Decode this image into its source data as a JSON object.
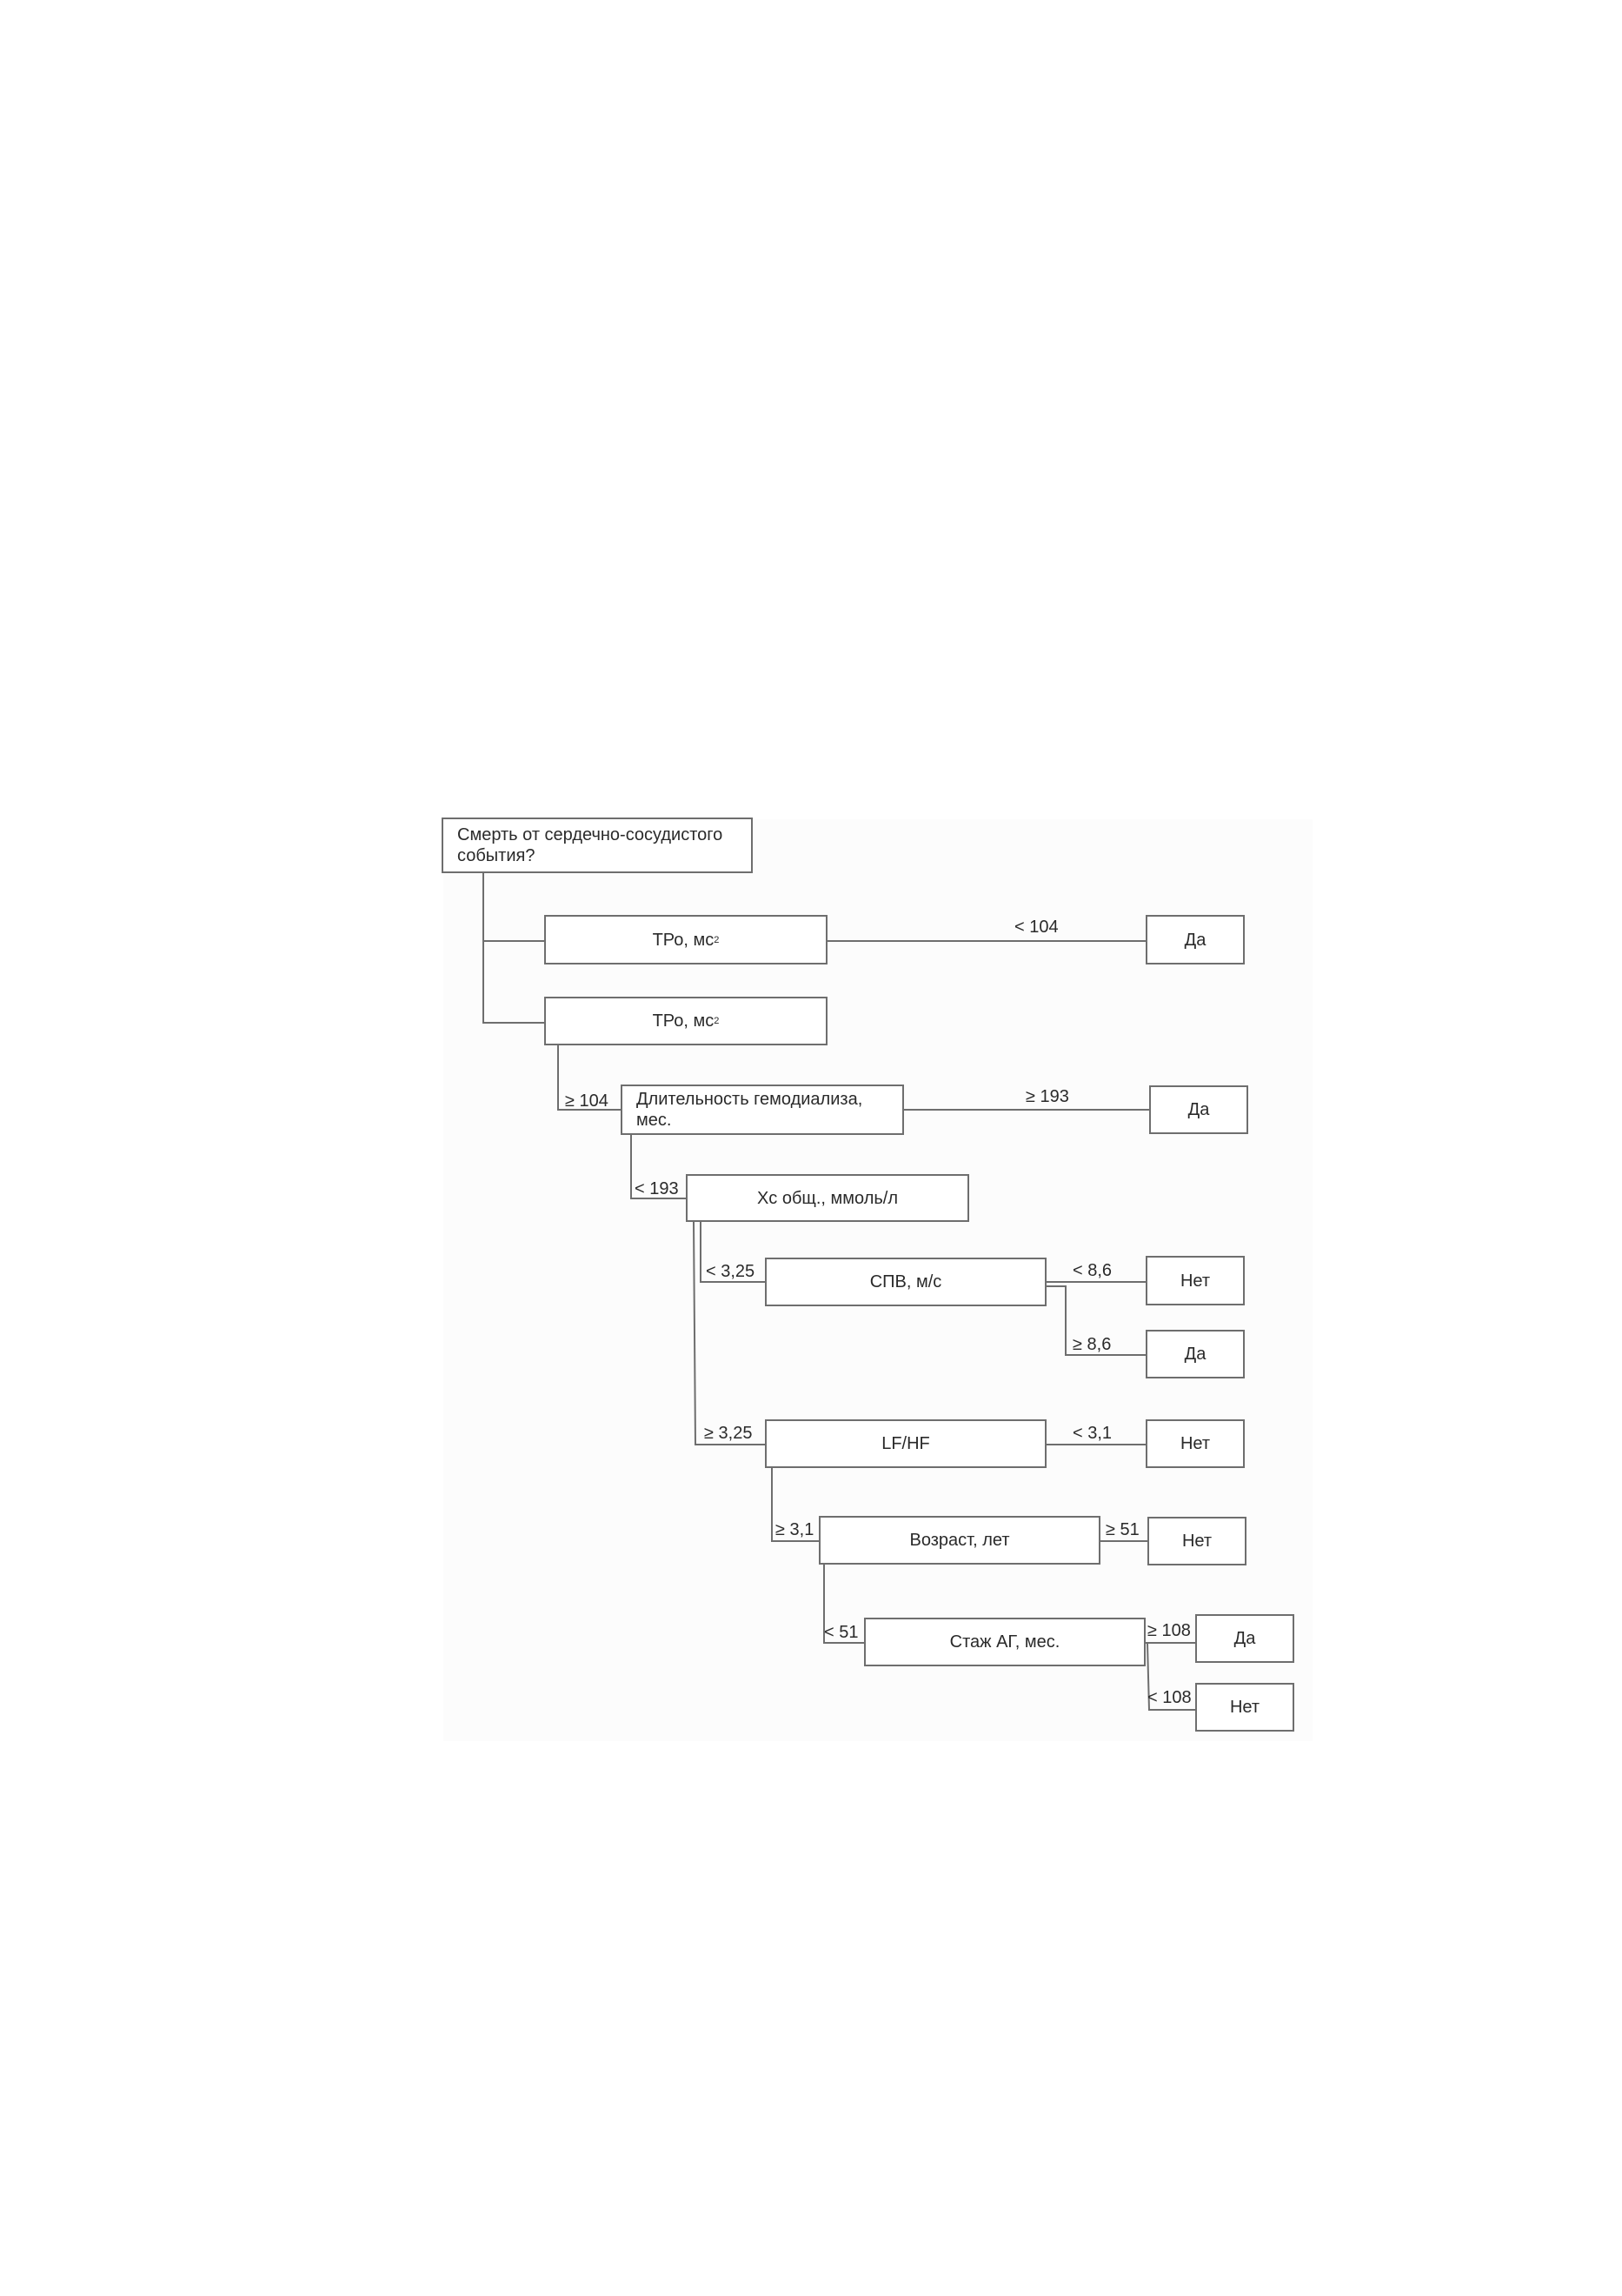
{
  "diagram": {
    "root": "Смерть от сердечно-сосудистого события?",
    "nodes": {
      "tro1": {
        "label": "ТРо, мс",
        "sup": "2"
      },
      "tro2": {
        "label": "ТРо, мс",
        "sup": "2"
      },
      "dialysis": "Длительность гемодиализа, мес.",
      "chol": "Хс общ., ммоль/л",
      "pwv": "СПВ, м/с",
      "lfhf": "LF/HF",
      "age": "Возраст, лет",
      "ht": "Стаж АГ, мес."
    },
    "outcomes": {
      "o1": "Да",
      "o2": "Да",
      "o3": "Нет",
      "o4": "Да",
      "o5": "Нет",
      "o6": "Нет",
      "o7": "Да",
      "o8": "Нет"
    },
    "edges": {
      "tro_lt104": "< 104",
      "tro_ge104": "≥ 104",
      "dial_ge193": "≥ 193",
      "dial_lt193": "< 193",
      "chol_lt325": "< 3,25",
      "chol_ge325": "≥ 3,25",
      "pwv_lt86": "< 8,6",
      "pwv_ge86": "≥ 8,6",
      "lfhf_lt31": "< 3,1",
      "lfhf_ge31": "≥ 3,1",
      "age_ge51": "≥ 51",
      "age_lt51": "< 51",
      "ht_ge108": "≥ 108",
      "ht_lt108": "< 108"
    }
  }
}
